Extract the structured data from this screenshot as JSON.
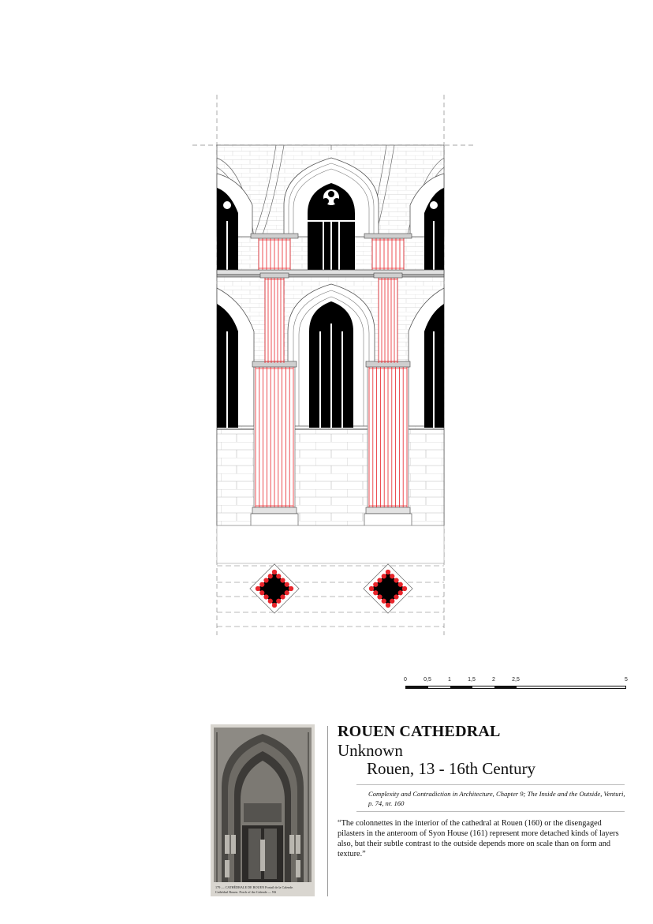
{
  "drawing": {
    "subject": "Rouen Cathedral nave elevation and pier plan",
    "highlight_color": "#e8242a",
    "line_color": "#444444"
  },
  "scale": {
    "labels": [
      "0",
      "0,5",
      "1",
      "1,5",
      "2",
      "2,5",
      "5"
    ],
    "values": [
      0,
      0.5,
      1,
      1.5,
      2,
      2.5,
      5
    ]
  },
  "photo": {
    "caption_line1": "179 — CATHÉDRALE DE ROUEN Portail de la Calende.",
    "caption_line2": "Cathédral Rouen. Porch of the Calende — NS"
  },
  "title": "ROUEN CATHEDRAL",
  "author": "Unknown",
  "place": "Rouen, 13 - 16th Century",
  "source": "Complexity and Contradiction in Architecture, Chapter 9; The Inside and the Outside, Venturi, p. 74, nr. 160",
  "quote": "“The colonnettes in the interior of the cathedral at Rouen (160) or the disengaged pilasters in the anteroom of Syon House (161) represent more detached kinds of layers also, but their subtle contrast to the outside depends more on scale than on form and texture.”"
}
